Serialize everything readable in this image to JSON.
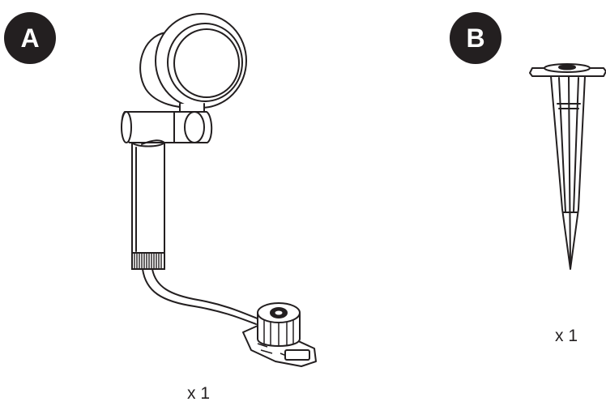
{
  "parts": [
    {
      "label": "A",
      "quantity": "x 1",
      "icon": "spotlight-fixture-icon"
    },
    {
      "label": "B",
      "quantity": "x 1",
      "icon": "ground-stake-icon"
    }
  ],
  "colors": {
    "ink": "#231f20",
    "background": "#ffffff"
  }
}
